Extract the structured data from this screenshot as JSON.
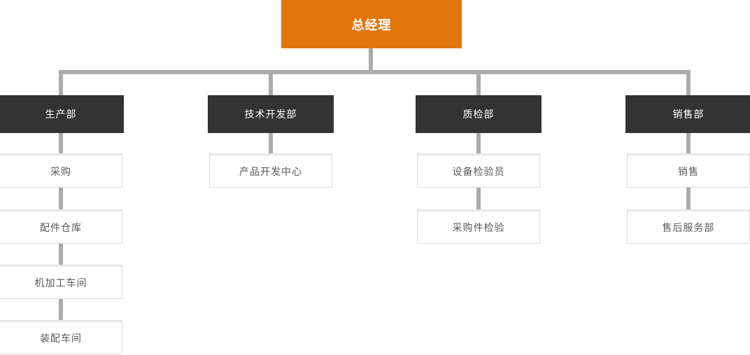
{
  "chart": {
    "type": "org-chart",
    "root": {
      "label": "总经理"
    },
    "columns": [
      {
        "dept": "生产部",
        "children": [
          "采购",
          "配件仓库",
          "机加工车间",
          "装配车间"
        ]
      },
      {
        "dept": "技术开发部",
        "children": [
          "产品开发中心"
        ]
      },
      {
        "dept": "质检部",
        "children": [
          "设备检验员",
          "采购件检验"
        ]
      },
      {
        "dept": "销售部",
        "children": [
          "销售",
          "售后服务部"
        ]
      }
    ],
    "colors": {
      "root-bg": "#E2760D",
      "root-text": "#FFFFFF",
      "dept-bg": "#333333",
      "dept-text": "#FFFFFF",
      "node-border": "#DBDBDB",
      "node-border-top": "#E7E7E7",
      "node-text": "#595959",
      "line": "#ABABAB"
    }
  }
}
